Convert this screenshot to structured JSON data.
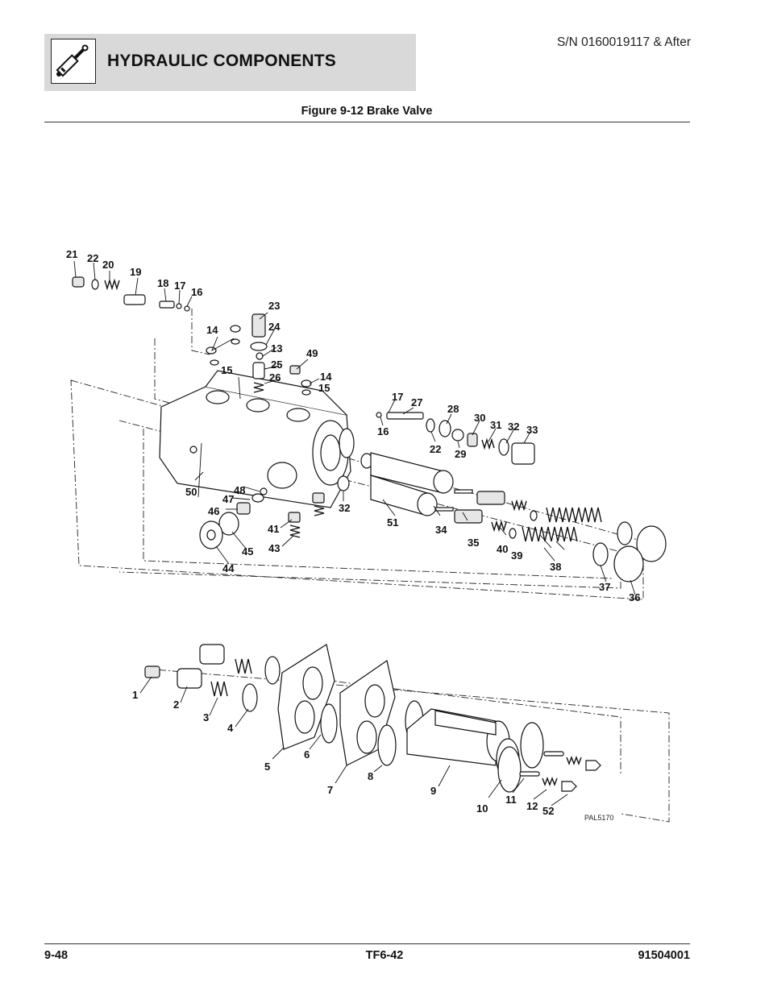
{
  "header": {
    "title": "HYDRAULIC COMPONENTS",
    "icon": "hydraulic-cylinder-icon",
    "serial": "S/N 0160019117 & After"
  },
  "figure": {
    "caption": "Figure 9-12 Brake Valve",
    "illustration_code": "PAL5170",
    "callouts": {
      "c1": "1",
      "c2": "2",
      "c3": "3",
      "c4": "4",
      "c5": "5",
      "c6": "6",
      "c7": "7",
      "c8": "8",
      "c9": "9",
      "c10": "10",
      "c11": "11",
      "c12": "12",
      "c13": "13",
      "c14a": "14",
      "c14b": "14",
      "c15a": "15",
      "c15b": "15",
      "c16a": "16",
      "c16b": "16",
      "c17a": "17",
      "c17b": "17",
      "c18": "18",
      "c19": "19",
      "c20": "20",
      "c21": "21",
      "c22a": "22",
      "c22b": "22",
      "c23": "23",
      "c24": "24",
      "c25": "25",
      "c26": "26",
      "c27": "27",
      "c28": "28",
      "c29": "29",
      "c30": "30",
      "c31": "31",
      "c32a": "32",
      "c32b": "32",
      "c33": "33",
      "c34": "34",
      "c35": "35",
      "c36": "36",
      "c37": "37",
      "c38": "38",
      "c39": "39",
      "c40": "40",
      "c41": "41",
      "c43": "43",
      "c44": "44",
      "c45": "45",
      "c46": "46",
      "c47": "47",
      "c48": "48",
      "c49": "49",
      "c50": "50",
      "c51": "51",
      "c52": "52"
    }
  },
  "footer": {
    "page_number": "9-48",
    "model": "TF6-42",
    "document_number": "91504001"
  }
}
